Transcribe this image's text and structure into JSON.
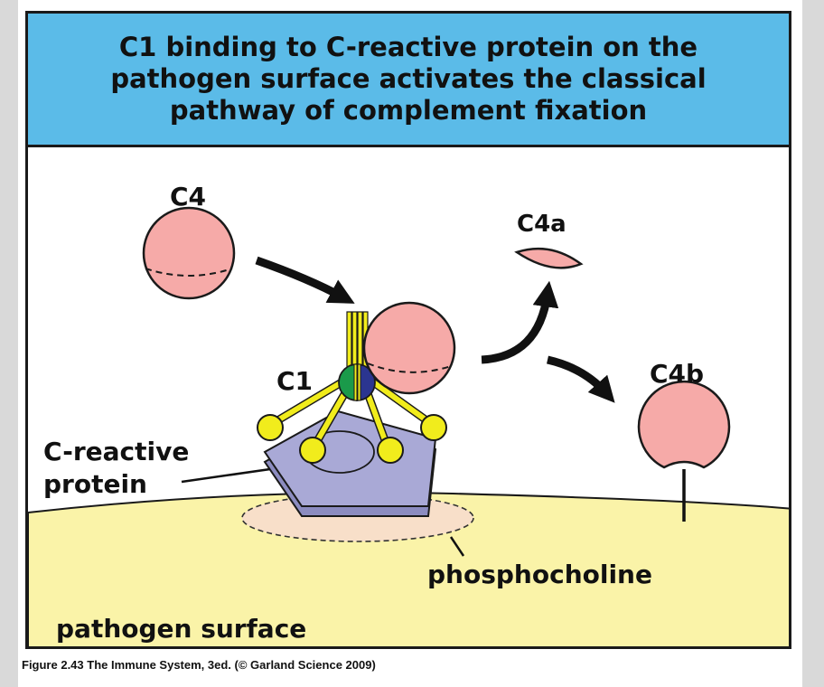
{
  "title": "C1 binding to C-reactive protein on the pathogen surface activates the classical pathway of complement fixation",
  "labels": {
    "c4": "C4",
    "c4a": "C4a",
    "c4b": "C4b",
    "c1": "C1",
    "crp_line1": "C-reactive",
    "crp_line2": "protein",
    "phosphocholine": "phosphocholine",
    "pathogen_surface": "pathogen surface"
  },
  "caption": "Figure 2.43 The Immune System, 3ed. (© Garland Science 2009)",
  "colors": {
    "title_bg": "#5bbbe8",
    "surface": "#faf3a8",
    "c4_pink": "#f6aaa8",
    "crp_lavender": "#a9a9d6",
    "c1_yellow": "#f1ec1c",
    "c1_green": "#1a9a4a",
    "c1_blue": "#2b3590",
    "phosphocholine_fill": "#f8dfc9"
  }
}
